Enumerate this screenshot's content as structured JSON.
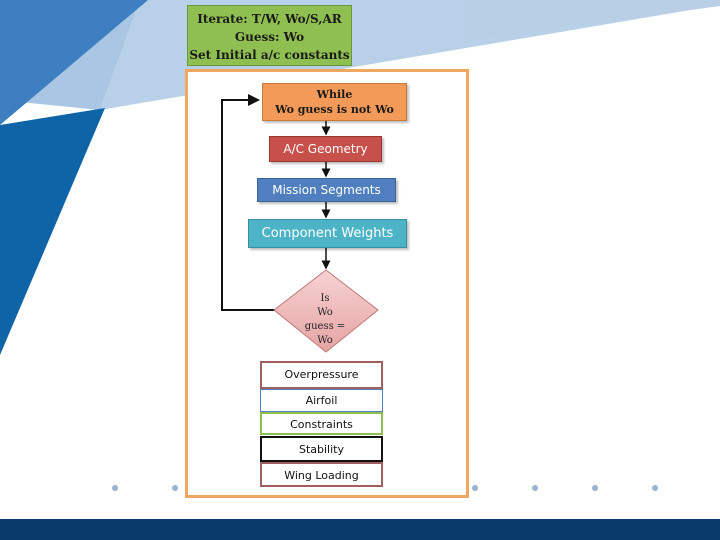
{
  "diagram": {
    "header": {
      "line1": "Iterate:  T/W, Wo/S,AR",
      "line2": "Guess: Wo",
      "line3": "Set Initial a/c constants"
    },
    "loop_condition": {
      "line1": "While",
      "line2": "Wo guess is not Wo"
    },
    "geometry": "A/C Geometry",
    "mission": "Mission Segments",
    "components": "Component  Weights",
    "decision": {
      "line1": "Is",
      "line2": "Wo",
      "line3": "guess =",
      "line4": "Wo"
    },
    "modules": [
      "Overpressure",
      "Airfoil",
      "Constraints",
      "Stability",
      "Wing Loading"
    ]
  },
  "colors": {
    "header_green": "#8fbf50",
    "frame_orange": "#f0a860",
    "while_orange": "#f39a58",
    "geometry_red": "#c8504a",
    "mission_blue": "#4f7fbf",
    "components_teal": "#4db4c8",
    "footer_navy": "#0a3a6c"
  }
}
